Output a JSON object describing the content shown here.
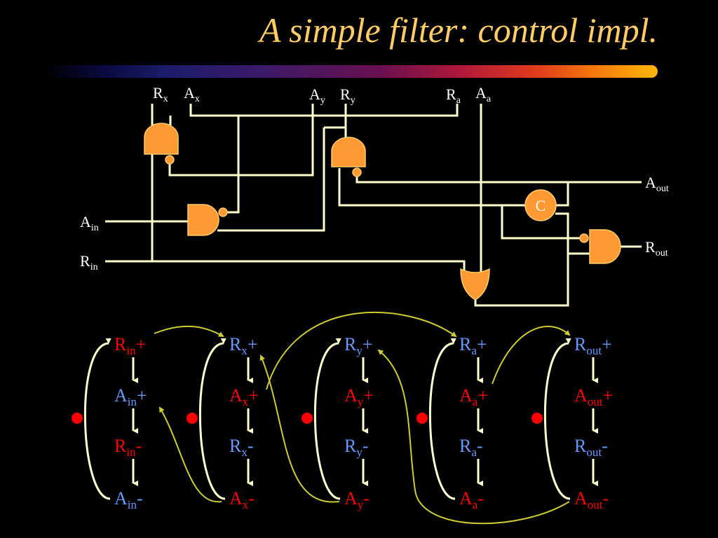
{
  "slide": {
    "title": "A simple filter: control impl."
  },
  "circuit": {
    "top_labels": [
      {
        "base": "R",
        "sub": "x"
      },
      {
        "base": "A",
        "sub": "x"
      },
      {
        "base": "A",
        "sub": "y"
      },
      {
        "base": "R",
        "sub": "y"
      },
      {
        "base": "R",
        "sub": "a"
      },
      {
        "base": "A",
        "sub": "a"
      }
    ],
    "side_labels": {
      "a_in": {
        "base": "A",
        "sub": "in"
      },
      "r_in": {
        "base": "R",
        "sub": "in"
      },
      "a_out": {
        "base": "A",
        "sub": "out"
      },
      "r_out": {
        "base": "R",
        "sub": "out"
      }
    },
    "c_element_label": "C"
  },
  "stg": {
    "colors": {
      "red": "#ff0000",
      "blue": "#6699ff",
      "arc": "#ffffcc",
      "cross_arc": "#cccc33",
      "token": "#ff0000"
    },
    "columns": [
      {
        "events": [
          {
            "base": "R",
            "sub": "in",
            "sign": "+",
            "color": "red"
          },
          {
            "base": "A",
            "sub": "in",
            "sign": "+",
            "color": "blue"
          },
          {
            "base": "R",
            "sub": "in",
            "sign": "-",
            "color": "red"
          },
          {
            "base": "A",
            "sub": "in",
            "sign": "-",
            "color": "blue"
          }
        ]
      },
      {
        "events": [
          {
            "base": "R",
            "sub": "x",
            "sign": "+",
            "color": "blue"
          },
          {
            "base": "A",
            "sub": "x",
            "sign": "+",
            "color": "red"
          },
          {
            "base": "R",
            "sub": "x",
            "sign": "-",
            "color": "blue"
          },
          {
            "base": "A",
            "sub": "x",
            "sign": "-",
            "color": "red"
          }
        ]
      },
      {
        "events": [
          {
            "base": "R",
            "sub": "y",
            "sign": "+",
            "color": "blue"
          },
          {
            "base": "A",
            "sub": "y",
            "sign": "+",
            "color": "red"
          },
          {
            "base": "R",
            "sub": "y",
            "sign": "-",
            "color": "blue"
          },
          {
            "base": "A",
            "sub": "y",
            "sign": "-",
            "color": "red"
          }
        ]
      },
      {
        "events": [
          {
            "base": "R",
            "sub": "a",
            "sign": "+",
            "color": "blue"
          },
          {
            "base": "A",
            "sub": "a",
            "sign": "+",
            "color": "red"
          },
          {
            "base": "R",
            "sub": "a",
            "sign": "-",
            "color": "blue"
          },
          {
            "base": "A",
            "sub": "a",
            "sign": "-",
            "color": "red"
          }
        ]
      },
      {
        "events": [
          {
            "base": "R",
            "sub": "out",
            "sign": "+",
            "color": "blue"
          },
          {
            "base": "A",
            "sub": "out",
            "sign": "+",
            "color": "red"
          },
          {
            "base": "R",
            "sub": "out",
            "sign": "-",
            "color": "blue"
          },
          {
            "base": "A",
            "sub": "out",
            "sign": "-",
            "color": "red"
          }
        ]
      }
    ]
  }
}
